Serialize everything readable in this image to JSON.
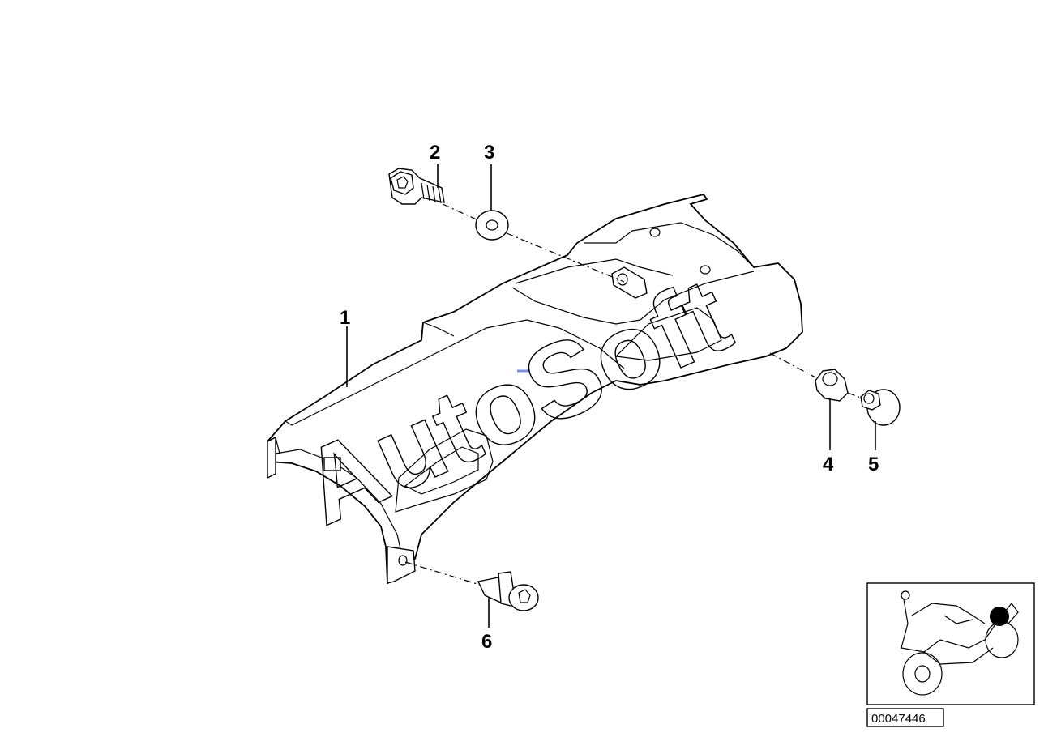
{
  "callouts": [
    {
      "id": "1",
      "label": "1"
    },
    {
      "id": "2",
      "label": "2"
    },
    {
      "id": "3",
      "label": "3"
    },
    {
      "id": "4",
      "label": "4"
    },
    {
      "id": "5",
      "label": "5"
    },
    {
      "id": "6",
      "label": "6"
    }
  ],
  "watermark": "AutoSoft",
  "diagram_id": "00047446",
  "accent_color": "#000000",
  "marker_color": "#7a8fe0"
}
